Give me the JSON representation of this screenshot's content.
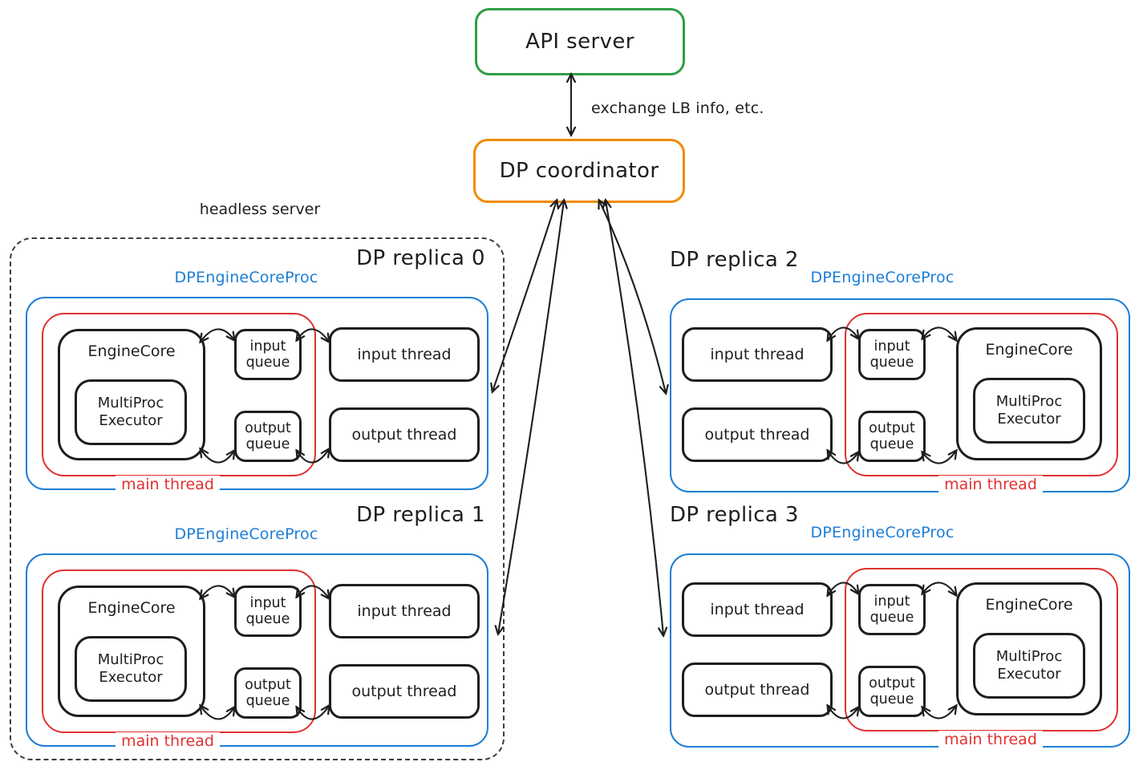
{
  "colors": {
    "api_green": "#2f9e44",
    "coordinator_orange": "#f08c00",
    "proc_blue": "#1c7ed6",
    "thread_red": "#e03131",
    "ink": "#1e1e1e"
  },
  "top": {
    "api_server": "API server",
    "dp_coordinator": "DP coordinator",
    "exchange_label": "exchange LB info, etc."
  },
  "headless_group": {
    "label": "headless server"
  },
  "shared_labels": {
    "proc": "DPEngineCoreProc",
    "main_thread": "main thread",
    "engine_core": "EngineCore",
    "executor": "MultiProc Executor",
    "input_queue": "input queue",
    "output_queue": "output queue",
    "input_thread": "input thread",
    "output_thread": "output thread"
  },
  "replicas": [
    {
      "title": "DP replica 0"
    },
    {
      "title": "DP replica 1"
    },
    {
      "title": "DP replica 2"
    },
    {
      "title": "DP replica 3"
    }
  ]
}
